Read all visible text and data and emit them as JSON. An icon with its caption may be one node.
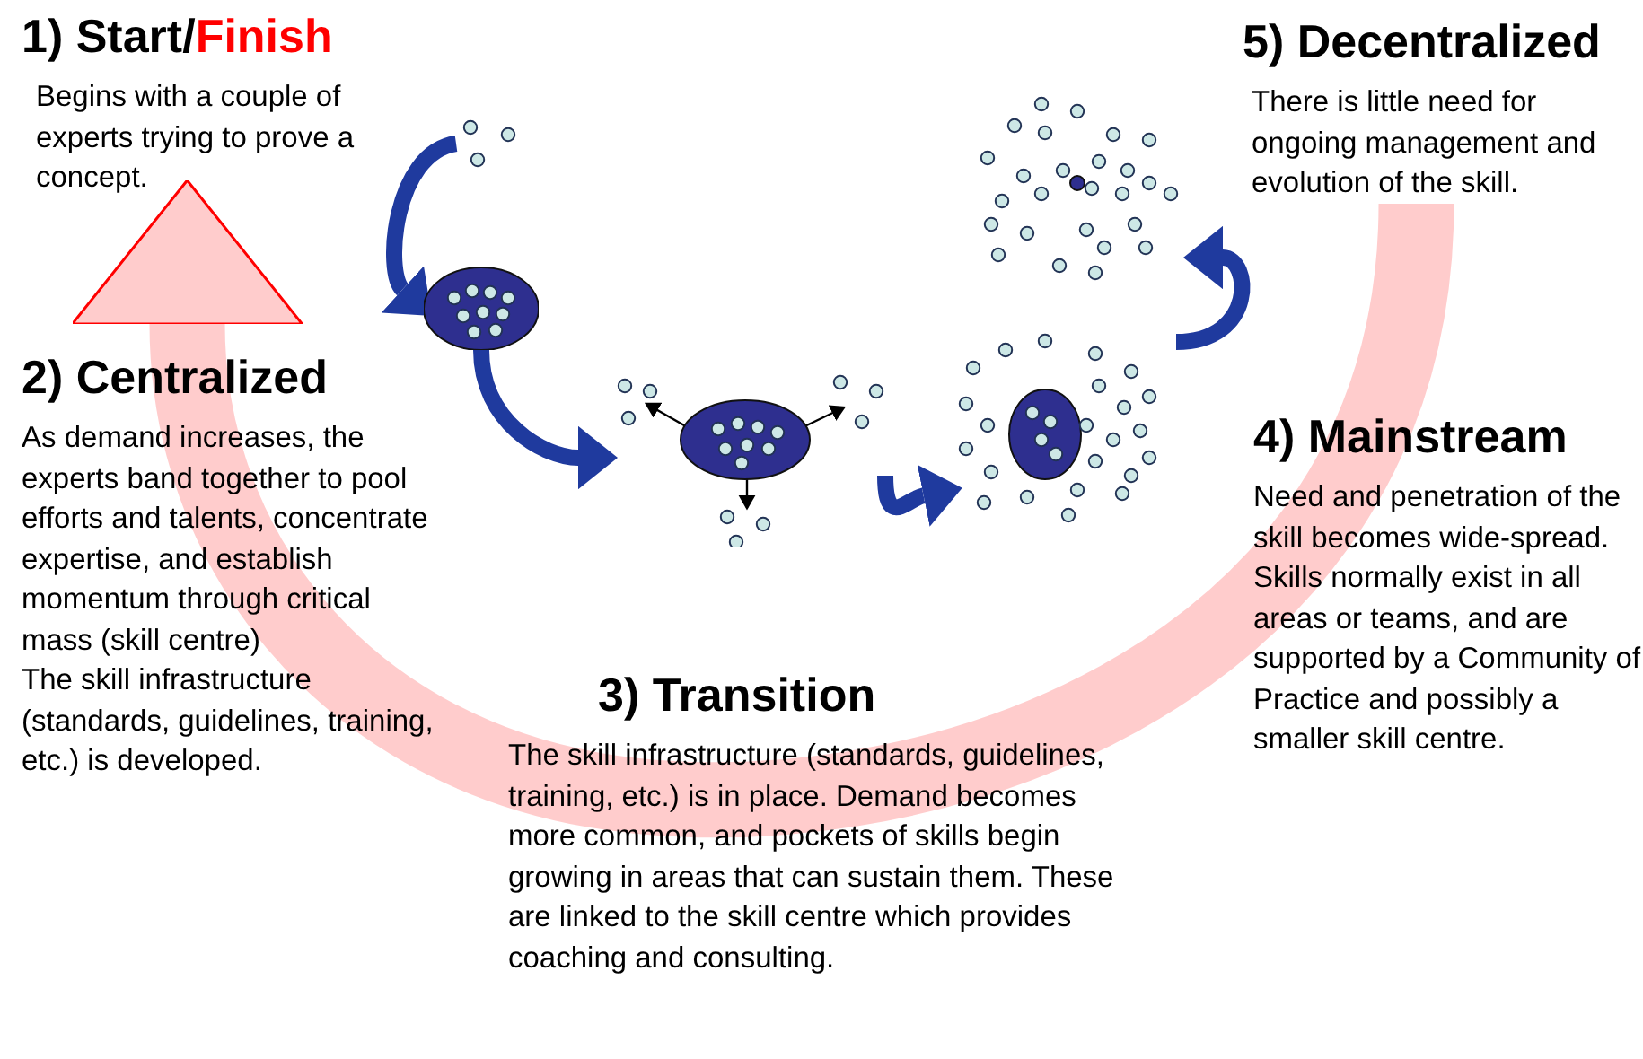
{
  "diagram": {
    "nodes": [
      {
        "text": [
          "1) Start/Finish",
          "Begins with a couple of experts trying to prove a concept."
        ]
      },
      {
        "text": [],
        "shape": "picture"
      },
      {
        "text": [],
        "shape": "picture"
      },
      {
        "text": [
          "5) Decentralized",
          "There is little need for ongoing management and evolution of the skill."
        ]
      },
      {
        "text": [],
        "shape": "picture"
      },
      {
        "text": [
          "2) Centralized",
          "As demand increases, the experts band together to pool efforts and talents, concentrate expertise, and establish momentum through critical mass (skill centre)",
          "The skill infrastructure (standards, guidelines, training, etc.) is developed."
        ]
      },
      {
        "text": [],
        "shape": "picture"
      },
      {
        "text": [
          "4) Mainstream",
          "Need and penetration of the skill becomes wide-spread. Skills normally exist in all areas or teams, and are supported by a Community of Practice and possibly a smaller skill centre."
        ]
      },
      {
        "text": [],
        "shape": "picture"
      },
      {
        "text": [
          "3) Transition",
          "The skill infrastructure (standards, guidelines, training, etc.) is in place. Demand becomes more common, and pockets of skills begin growing in areas that can sustain them. These are linked to the skill centre which provides coaching and consulting."
        ]
      }
    ],
    "edges": [
      {
        "from": 1,
        "to": 2,
        "arrow": "to"
      },
      {
        "from": 2,
        "to": 6,
        "arrow": "to"
      },
      {
        "from": 6,
        "to": 8,
        "arrow": "to"
      },
      {
        "from": 8,
        "to": 4,
        "arrow": "to"
      },
      {
        "from": 3,
        "to": 0,
        "arrow": "to",
        "style": "thick",
        "color": "#ff0000"
      }
    ]
  }
}
